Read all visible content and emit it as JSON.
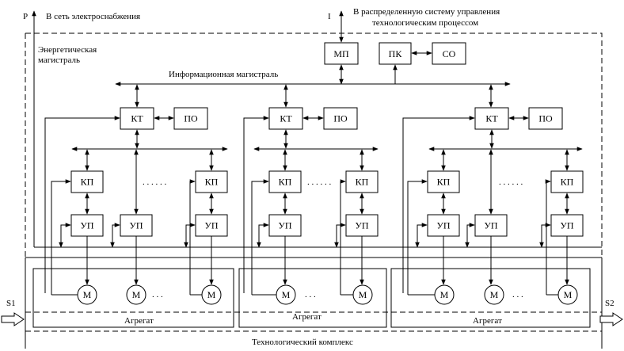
{
  "labels": {
    "P": "P",
    "power_supply": "В сеть электроснабжения",
    "I": "I",
    "dist_line1": "В распределенную систему управления",
    "dist_line2": "технологическим процессом",
    "energy_line1": "Энергетическая",
    "energy_line2": "магистраль",
    "info_bus": "Информационная магистраль",
    "aggregate": "Агрегат",
    "complex": "Технологический комплекс",
    "S1": "S1",
    "S2": "S2",
    "dots": ". . . . . ."
  },
  "blocks": {
    "MP": "МП",
    "PK": "ПК",
    "CO": "СО",
    "KT": "КТ",
    "PO": "ПО",
    "KP": "КП",
    "UP": "УП",
    "M": "М"
  }
}
